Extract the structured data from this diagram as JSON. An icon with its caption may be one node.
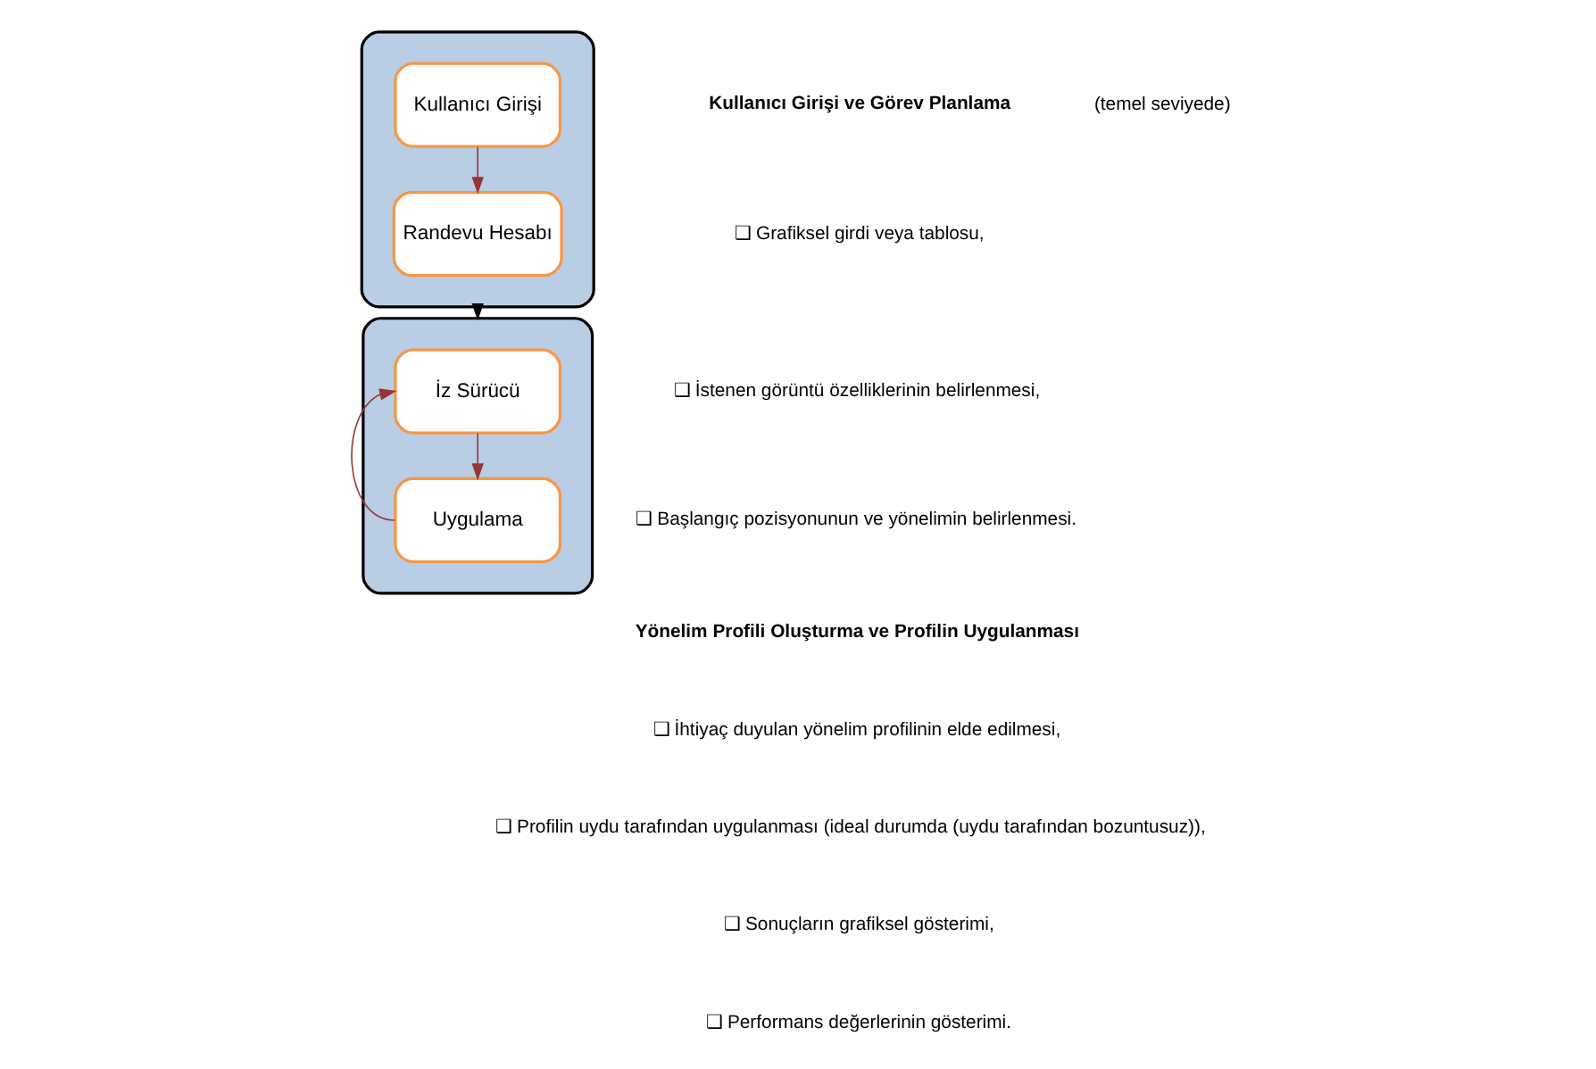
{
  "diagram": {
    "nodes": [
      {
        "text": [],
        "shape": "box"
      },
      {
        "text": [
          "Kullanıcı Girişi"
        ],
        "in": 0
      },
      {
        "text": [
          "Randevu Hesabı"
        ],
        "in": 0
      },
      {
        "text": [],
        "shape": "box"
      },
      {
        "text": [
          "İz Sürücü"
        ],
        "in": 3
      },
      {
        "text": [
          "Uygulama"
        ],
        "in": 3
      }
    ],
    "edges": [
      {
        "from": 1,
        "to": 2,
        "arrow": "to"
      },
      {
        "from": 0,
        "to": 3,
        "arrow": "to",
        "color": "#000000"
      },
      {
        "from": 4,
        "to": 5,
        "arrow": "to"
      },
      {
        "from": 5,
        "to": 4,
        "arrow": "to"
      }
    ],
    "labels": [
      "Kullanıcı Girişi ve Görev Planlama",
      "(temel seviyede)",
      "❑ Grafiksel girdi veya tablosu,",
      "❑ İstenen görüntü özelliklerinin belirlenmesi,",
      "❑ Başlangıç pozisyonunun ve yönelimin belirlenmesi.",
      "Yönelim Profili Oluşturma ve Profilin Uygulanması",
      "❑ İhtiyaç duyulan yönelim profilinin elde edilmesi,",
      "❑ Profilin uydu tarafından uygulanması (ideal durumda (uydu tarafından bozuntusuz)),",
      "❑ Sonuçların grafiksel gösterimi,",
      "❑ Performans değerlerinin gösterimi."
    ]
  }
}
